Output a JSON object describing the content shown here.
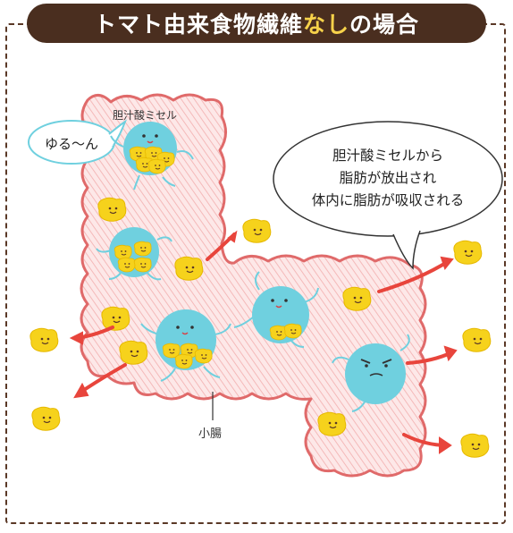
{
  "title": {
    "before": "トマト由来食物繊維",
    "highlight": "なし",
    "after": "の場合"
  },
  "labels": {
    "micelle": "胆汁酸ミセル",
    "small_intestine": "小腸",
    "speech_small": "ゆる〜ん",
    "bubble_lines": [
      "胆汁酸ミセルから",
      "脂肪が放出され",
      "体内に脂肪が吸収される"
    ]
  },
  "colors": {
    "title_bg": "#4a2e1f",
    "highlight": "#f7d24a",
    "intestine_outline": "#e06a6a",
    "intestine_fill": "#fbdcdc",
    "micelle": "#6fd0df",
    "fat": "#f6d21c",
    "arrow": "#e8453c"
  }
}
